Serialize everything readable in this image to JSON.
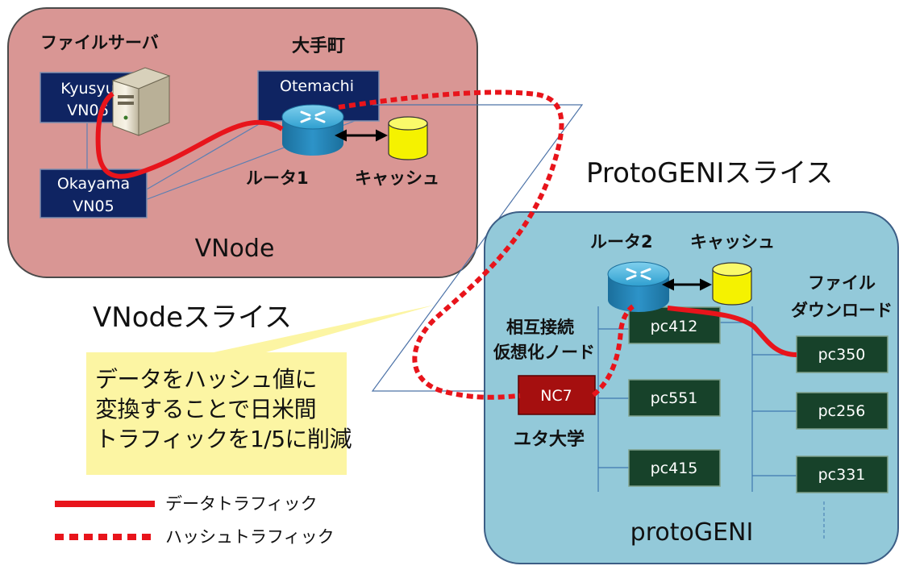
{
  "vnode": {
    "region_label": "VNode",
    "slice_label": "VNodeスライス",
    "file_server_label": "ファイルサーバ",
    "otemachi_title": "大手町",
    "kyusyu": {
      "line1": "Kyusyu",
      "line2": "VN06"
    },
    "okayama": {
      "line1": "Okayama",
      "line2": "VN05"
    },
    "otemachi": {
      "line1": "Otemachi"
    },
    "router_label": "ルータ1",
    "cache_label": "キャッシュ"
  },
  "protogeni": {
    "region_label": "protoGENI",
    "slice_label": "ProtoGENIスライス",
    "router_label": "ルータ2",
    "cache_label": "キャッシュ",
    "download_label": [
      "ファイル",
      "ダウンロード"
    ],
    "interconnect_label": [
      "相互接続",
      "仮想化ノード"
    ],
    "utah_label": "ユタ大学",
    "nc_node": "NC7",
    "nodes_left": [
      "pc412",
      "pc551",
      "pc415"
    ],
    "nodes_right": [
      "pc350",
      "pc256",
      "pc331"
    ]
  },
  "callout": {
    "lines": [
      "データをハッシュ値に",
      "変換することで日米間",
      "トラフィックを1/5に削減"
    ]
  },
  "legend": {
    "data_traffic": "データトラフィック",
    "hash_traffic": "ハッシュトラフィック"
  },
  "colors": {
    "vnode_bg": "#d99694",
    "protogeni_bg": "#93c9d9",
    "node_navy": "#0f2462",
    "node_green": "#17422a",
    "nc_red": "#a50f0f",
    "traffic_red": "#e8141b",
    "callout_yellow": "#fcf5a3",
    "router_blue": "#2a8ec2",
    "cache_yellow": "#f5f200"
  }
}
